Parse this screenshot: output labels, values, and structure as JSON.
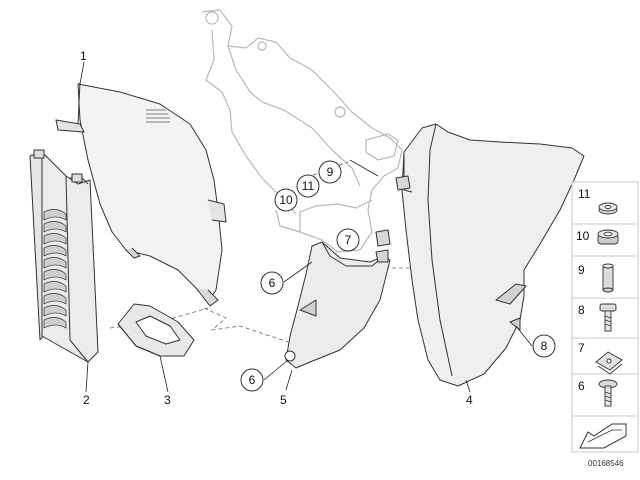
{
  "callouts": {
    "c1": "1",
    "c2": "2",
    "c3": "3",
    "c4": "4",
    "c5": "5",
    "c6a": "6",
    "c6b": "6",
    "c7": "7",
    "c8": "8",
    "c9": "9",
    "c10": "10",
    "c11": "11"
  },
  "legend": {
    "items": [
      {
        "label": "11",
        "icon": "washer-icon"
      },
      {
        "label": "10",
        "icon": "rubber-grommet-icon"
      },
      {
        "label": "9",
        "icon": "sleeve-icon"
      },
      {
        "label": "8",
        "icon": "screw-icon"
      },
      {
        "label": "7",
        "icon": "clip-nut-icon"
      },
      {
        "label": "6",
        "icon": "torx-screw-icon"
      }
    ]
  },
  "diagram_ref": "00168546",
  "colors": {
    "line": "#333333",
    "fill": "#efefef",
    "fill_dark": "#d4d4d4"
  }
}
